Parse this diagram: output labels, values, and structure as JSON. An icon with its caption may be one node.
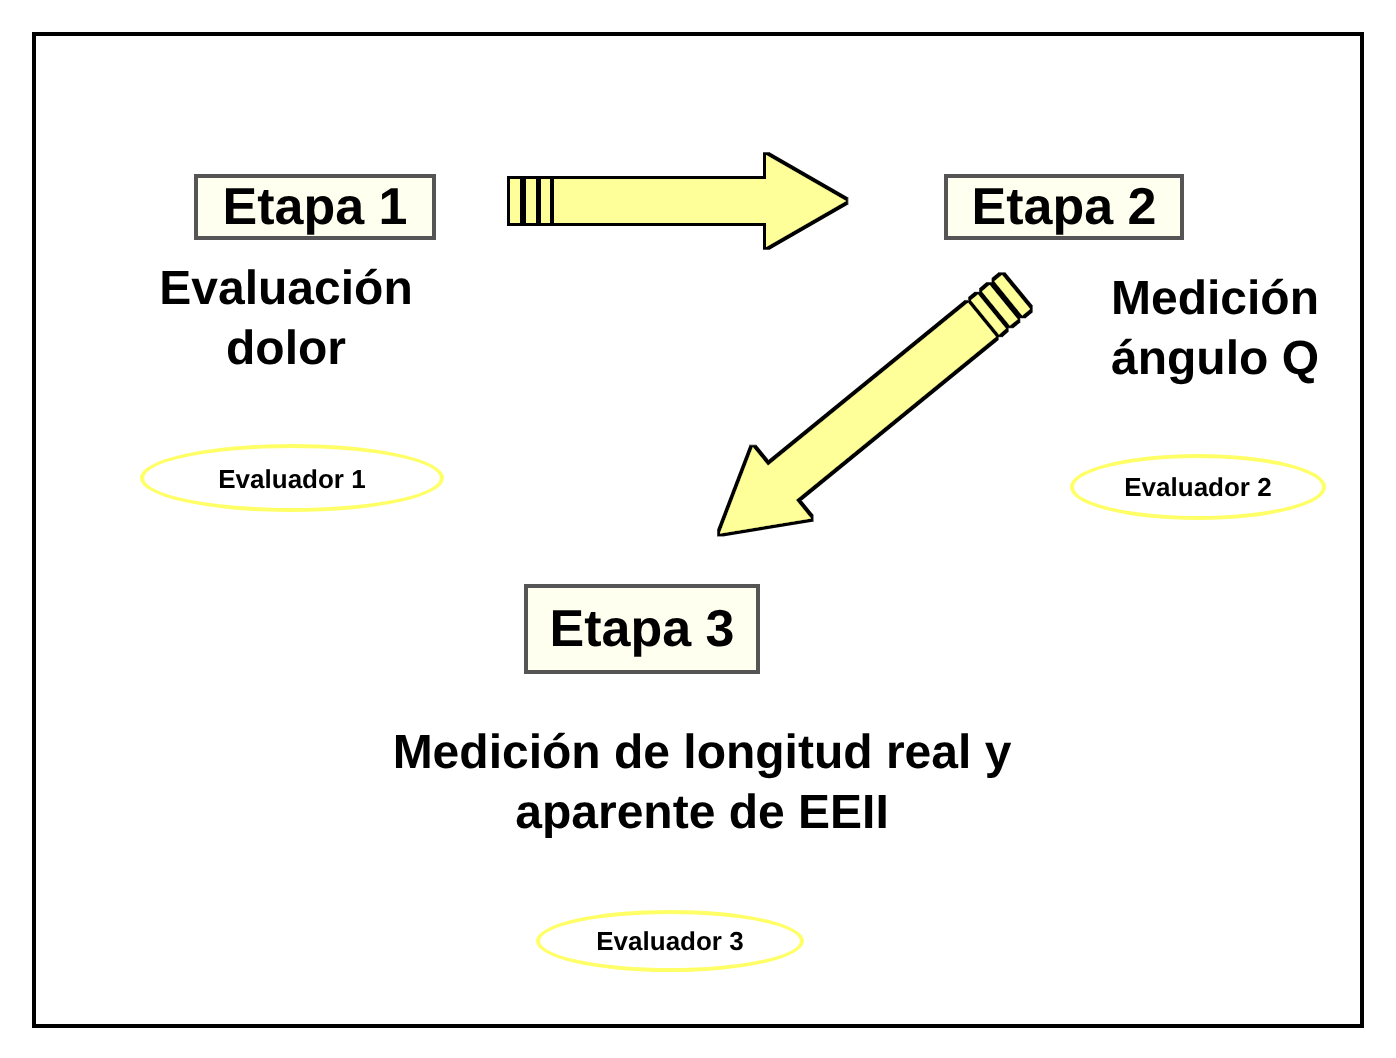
{
  "diagram": {
    "nodes": [
      {
        "text": [
          "Etapa 1"
        ],
        "beside": [
          "Evaluación dolor"
        ]
      },
      {
        "text": [
          "Evaluador 1"
        ]
      },
      {
        "text": [
          "Etapa 2"
        ],
        "beside": [
          "Medición ángulo Q"
        ]
      },
      {
        "text": [
          "Evaluador 2"
        ]
      },
      {
        "text": [
          "Etapa 3"
        ],
        "beside": [
          "Medición de longitud real y aparente de EEII"
        ]
      },
      {
        "text": [
          "Evaluador 3"
        ]
      }
    ],
    "edges": [
      {
        "from": 0,
        "to": 2,
        "arrow": "to"
      },
      {
        "from": 2,
        "to": 4,
        "arrow": "to"
      }
    ]
  }
}
